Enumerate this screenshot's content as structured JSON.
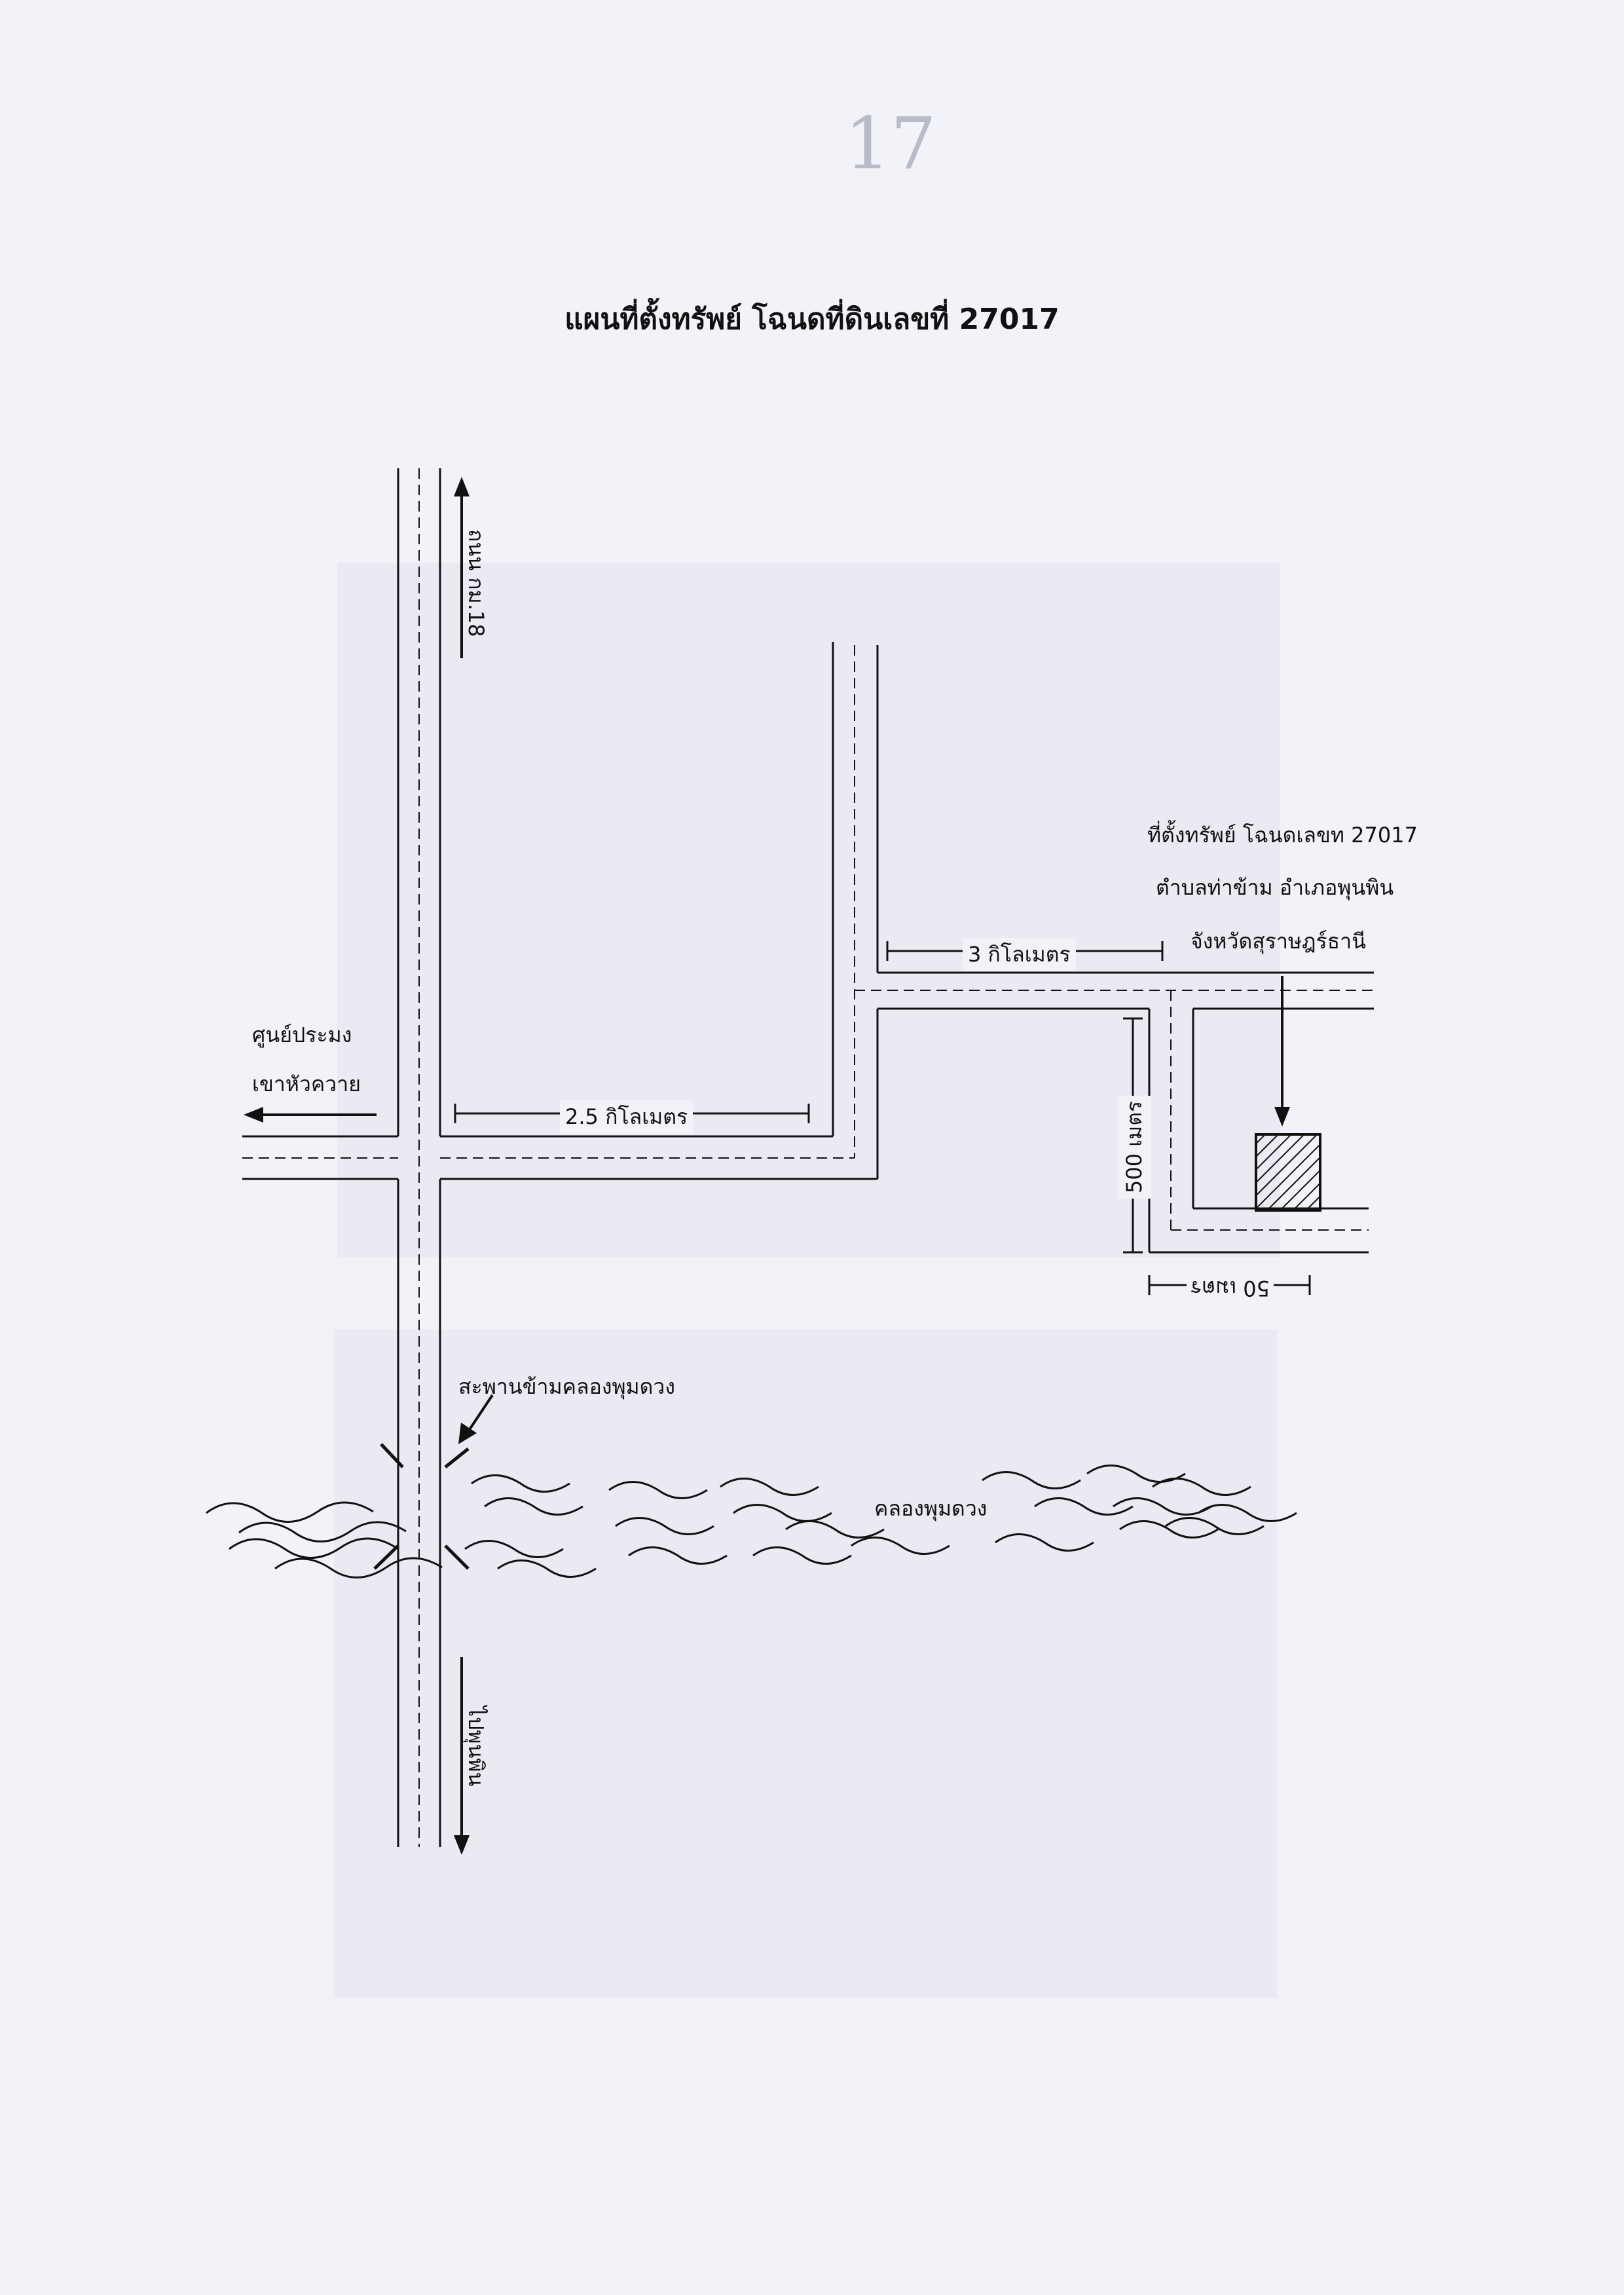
{
  "page_number": "17",
  "title": "แผนที่ตั้งทรัพย์ โฉนดที่ดินเลขที่ 27017",
  "map": {
    "road_north": "ถนน กม.18",
    "road_south": "ไปพุนพิน",
    "west_destination_line1": "ศูนย์ประมง",
    "west_destination_line2": "เขาหัวควาย",
    "dist_2_5km": "2.5 กิโลเมตร",
    "dist_3km": "3 กิโลเมตร",
    "dist_500m": "500 เมตร",
    "dist_50m": "50 เมตร",
    "bridge": "สะพานข้ามคลองพุมดวง",
    "canal": "คลองพุมดวง",
    "property_line1": "ที่ตั้งทรัพย์ โฉนดเลขท 27017",
    "property_line2": "ตำบลท่าข้าม อำเภอพุนพิน",
    "property_line3": "จังหวัดสุราษฎร์ธานี"
  },
  "colors": {
    "ink": "#111111",
    "paper": "#f2f3f9",
    "ghost_photo": "#e9eaf2"
  }
}
